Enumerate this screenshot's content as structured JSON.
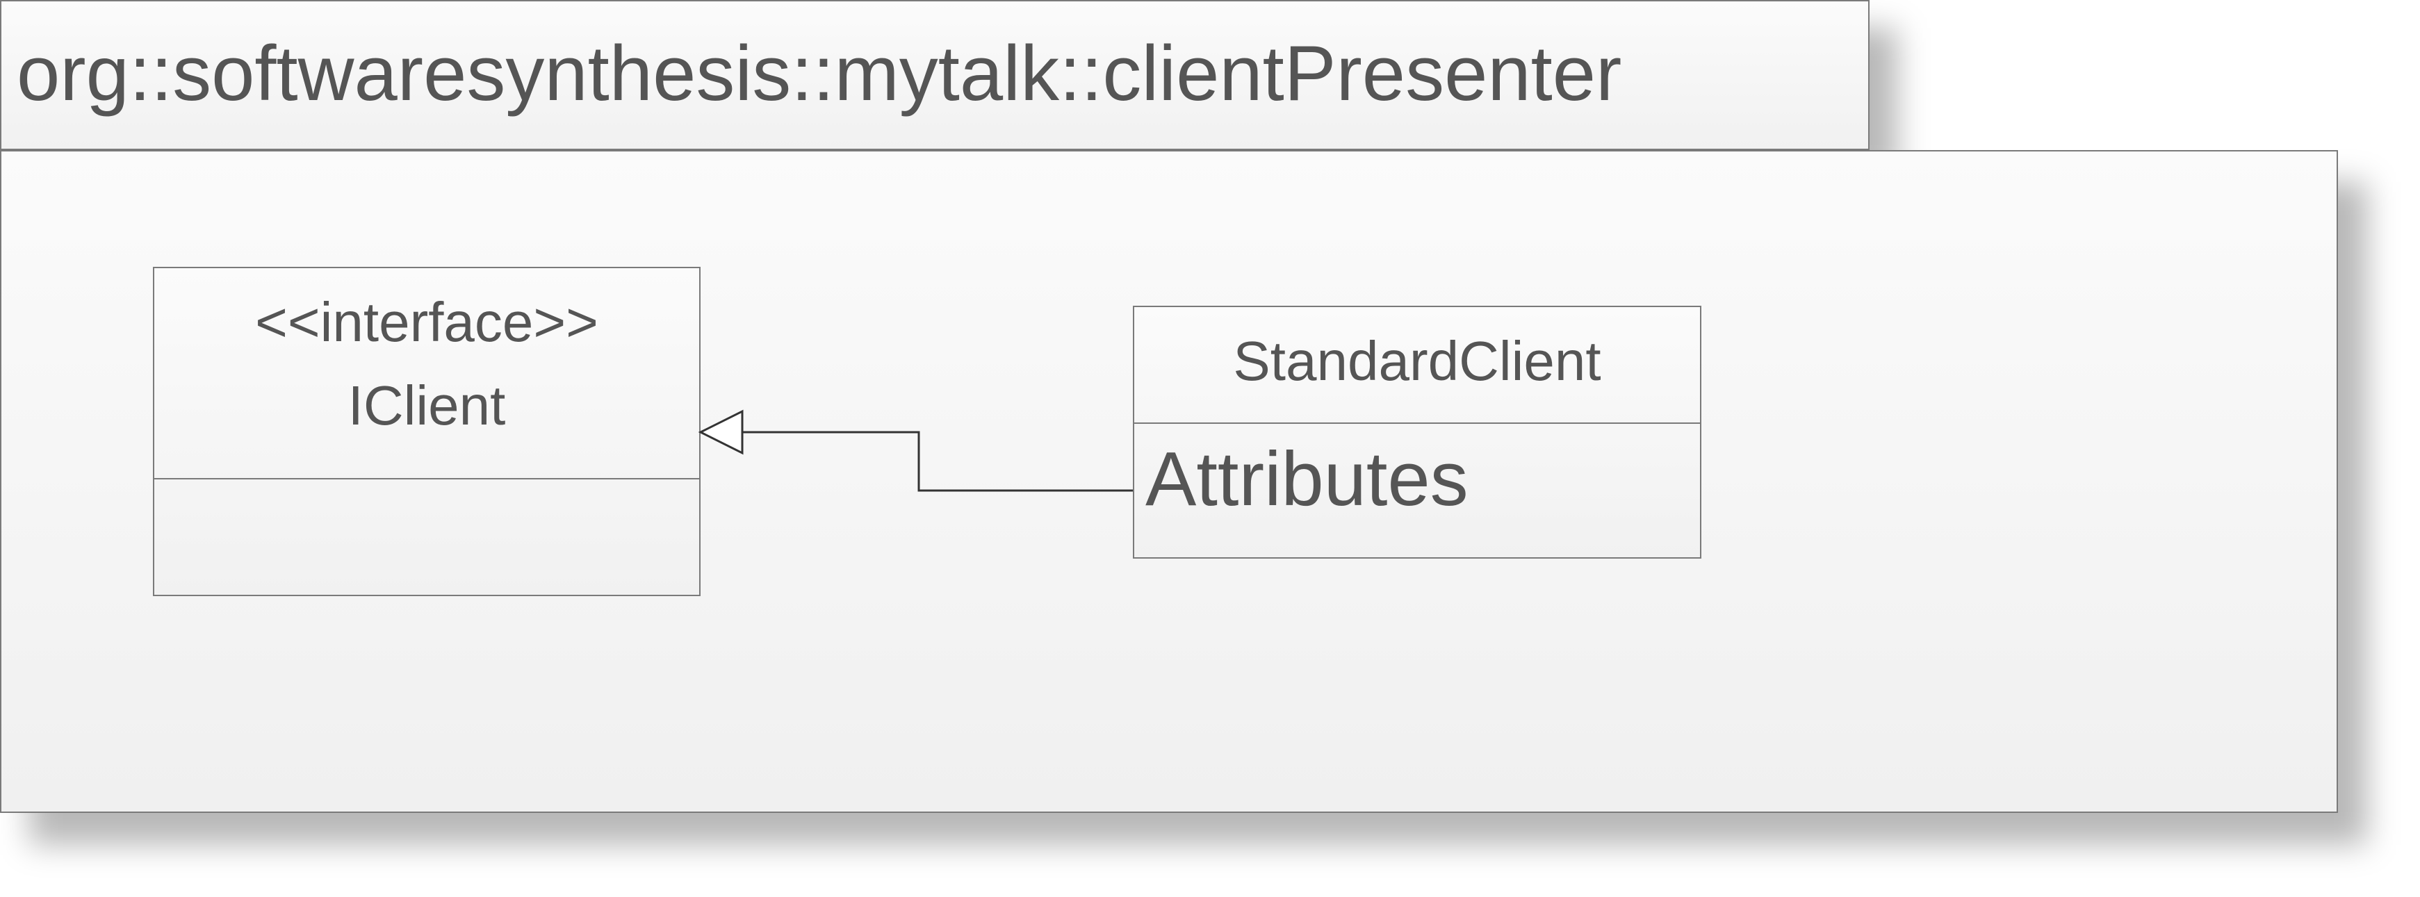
{
  "package": {
    "name": "org::softwaresynthesis::mytalk::clientPresenter"
  },
  "classes": {
    "iclient": {
      "stereotype": "<<interface>>",
      "name": "IClient"
    },
    "standard_client": {
      "name": "StandardClient",
      "attributes_label": "Attributes"
    }
  },
  "relations": [
    {
      "type": "realization",
      "from": "StandardClient",
      "to": "IClient"
    }
  ]
}
